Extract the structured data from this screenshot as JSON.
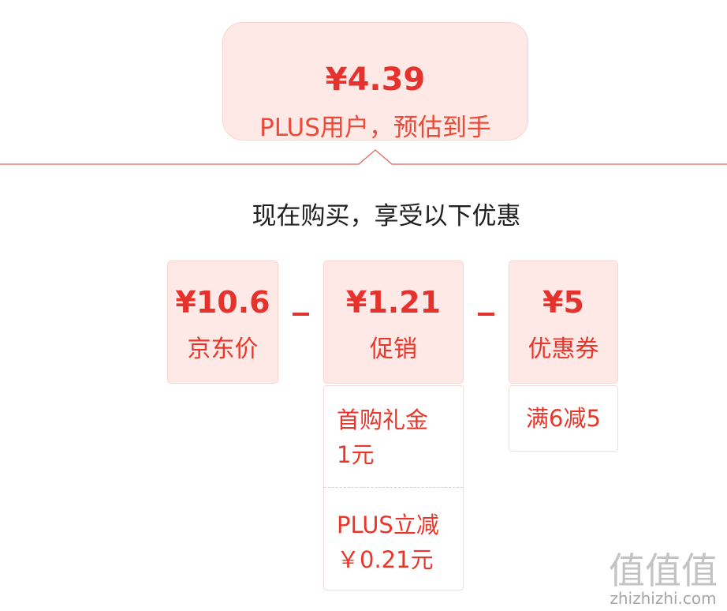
{
  "summary": {
    "price": "¥4.39",
    "caption": "PLUS用户，预估到手"
  },
  "breakdown": {
    "heading": "现在购买，享受以下优惠",
    "jd_price": {
      "amount": "¥10.6",
      "label": "京东价"
    },
    "promotion": {
      "amount": "¥1.21",
      "label": "促销",
      "details": [
        "首购礼金\n1元",
        "PLUS立减\n￥0.21元"
      ]
    },
    "coupon": {
      "amount": "¥5",
      "label": "优惠券",
      "details": [
        "满6减5"
      ]
    }
  },
  "watermark": {
    "logo": "值值值",
    "text": "zhizhizhi.com"
  },
  "colors": {
    "accent": "#e5322c",
    "card_bg": "#ffe9e6",
    "card_border": "#fbd2cc",
    "heading": "#202020"
  }
}
